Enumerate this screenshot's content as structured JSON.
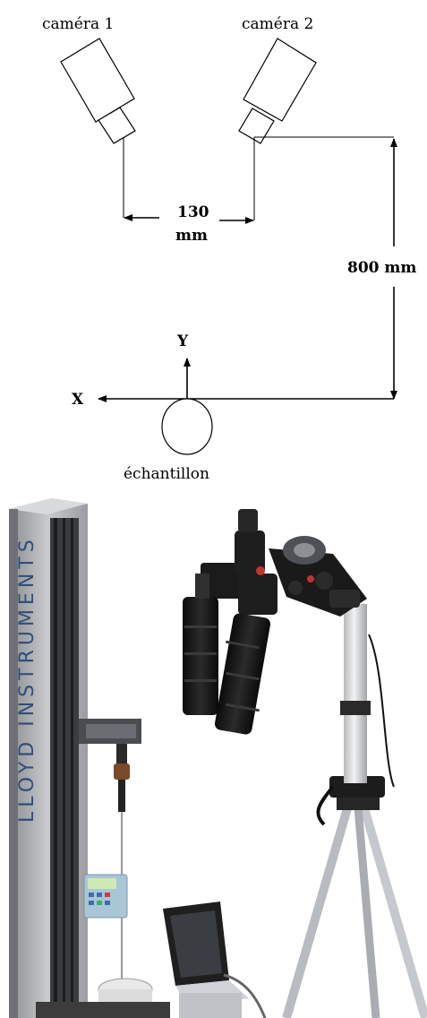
{
  "diagram": {
    "camera1_label": "caméra 1",
    "camera2_label": "caméra 2",
    "distance_label_line1": "130",
    "distance_label_line2": "mm",
    "height_label": "800 mm",
    "axis_y_label": "Y",
    "axis_x_label": "X",
    "sample_label": "échantillon"
  },
  "photo": {
    "machine_brand_text": "LLOYD INSTRUMENTS"
  }
}
